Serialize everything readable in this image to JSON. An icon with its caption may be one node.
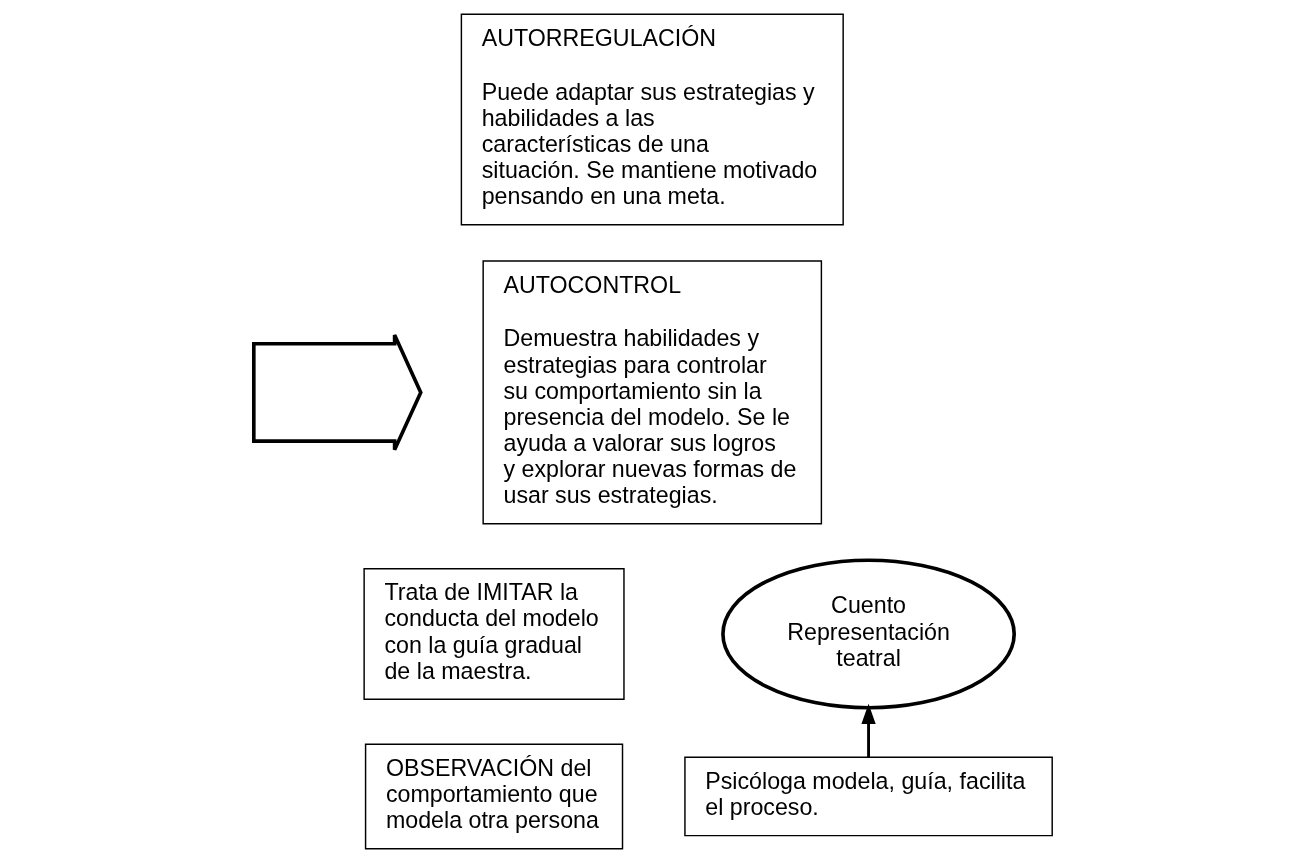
{
  "diagram": {
    "nodes": [
      {
        "text": [
          "AUTORREGULACIÓN",
          "Puede adaptar sus estrategias y habilidades a las características de una situación. Se mantiene motivado pensando en una meta."
        ]
      },
      {
        "text": [],
        "shape": "arrow"
      },
      {
        "text": [
          "AUTOCONTROL",
          "Demuestra habilidades y estrategias para controlar su comportamiento sin la presencia del modelo. Se le ayuda a valorar sus logros y explorar nuevas formas de usar sus estrategias."
        ]
      },
      {
        "text": [
          "Cuento Representación teatral"
        ]
      },
      {
        "text": [
          "Trata de IMITAR la conducta del modelo con la guía gradual de la maestra."
        ]
      },
      {
        "text": [
          "OBSERVACIÓN del comportamiento que modela otra persona"
        ]
      },
      {
        "text": [
          "Psicóloga modela, guía, facilita el proceso."
        ]
      }
    ],
    "edges": [
      {
        "from": 6,
        "to": 3,
        "arrow": "to"
      }
    ]
  }
}
